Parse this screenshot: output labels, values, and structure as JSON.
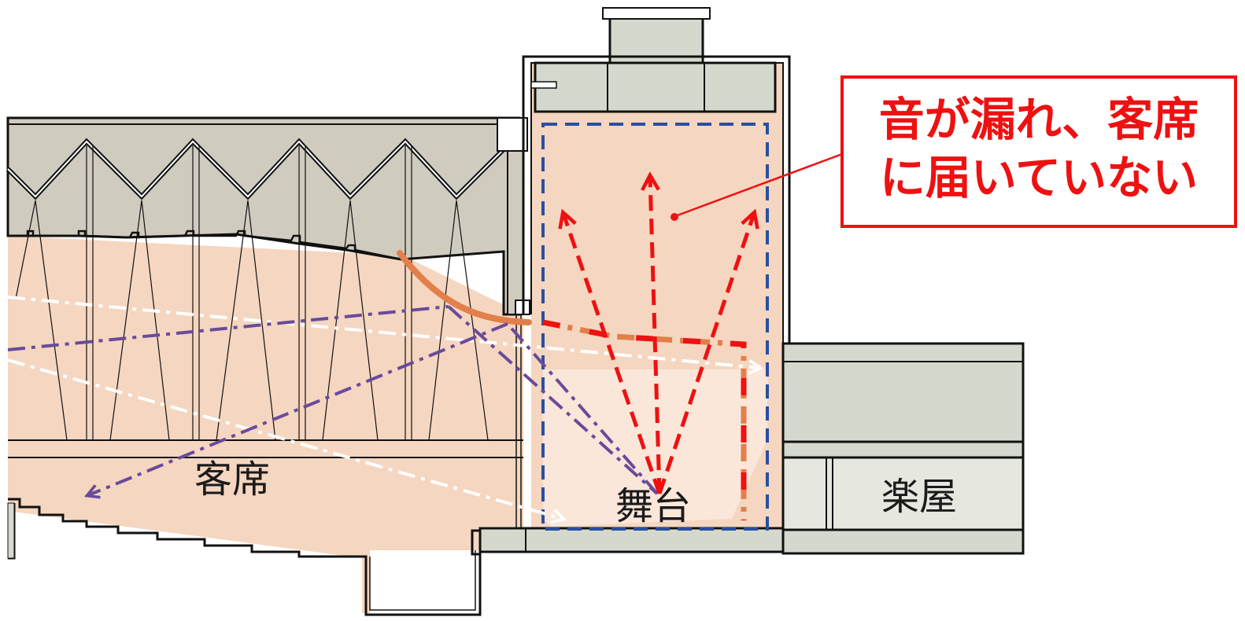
{
  "labels": {
    "audience": "客席",
    "stage": "舞台",
    "dressing_room": "楽屋"
  },
  "callout": {
    "line1": "音が漏れ、客席",
    "line2": "に届いていない"
  },
  "colors": {
    "wall_fill": "#d0cbbf",
    "room_fill": "#f5d6c0",
    "light_fill": "#fbe9dc",
    "gray_fill": "#d5d9cd",
    "light_gray_fill": "#e6e8e0",
    "outline": "#111111",
    "red_arrow": "#ee1111",
    "purple_arrow": "#6a4a9a",
    "orange_reflector": "#e27f4b",
    "blue_boundary": "#2a4fa0",
    "white_arrow": "#ffffff"
  }
}
